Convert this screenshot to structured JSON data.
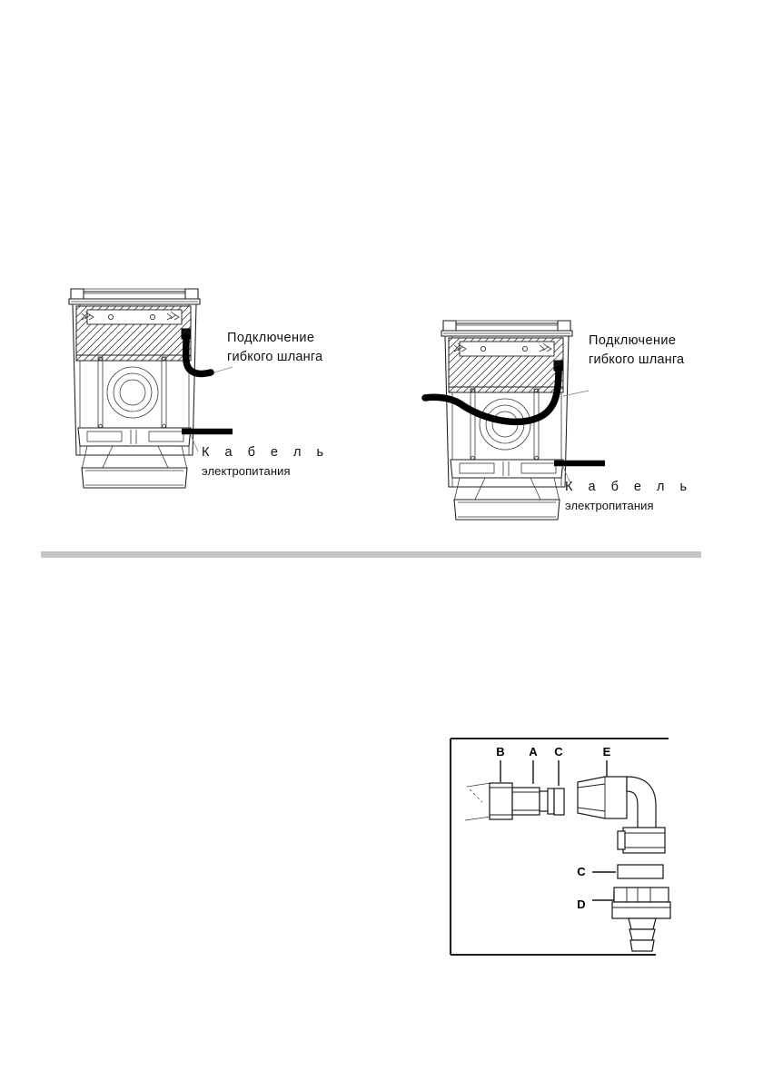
{
  "document": {
    "page_background": "#ffffff",
    "divider_color": "#c4c4c4"
  },
  "figures": {
    "left_appliance": {
      "name": "washing-machine-rear-view-hose-down",
      "callouts": {
        "hose": {
          "line1": "Подключение",
          "line2": "гибкого шланга"
        },
        "cable": {
          "line1": "К а б е л ь",
          "line2": "электропитания"
        }
      }
    },
    "right_appliance": {
      "name": "washing-machine-rear-view-hose-across",
      "callouts": {
        "hose": {
          "line1": "Подключение",
          "line2": "гибкого шланга"
        },
        "cable": {
          "line1": "К а б е л ь",
          "line2": "электропитания"
        }
      }
    },
    "fittings": {
      "name": "hose-fitting-exploded-diagram",
      "labels": {
        "b": "B",
        "a": "A",
        "c_top": "C",
        "e": "E",
        "c_mid": "C",
        "d": "D"
      }
    }
  }
}
